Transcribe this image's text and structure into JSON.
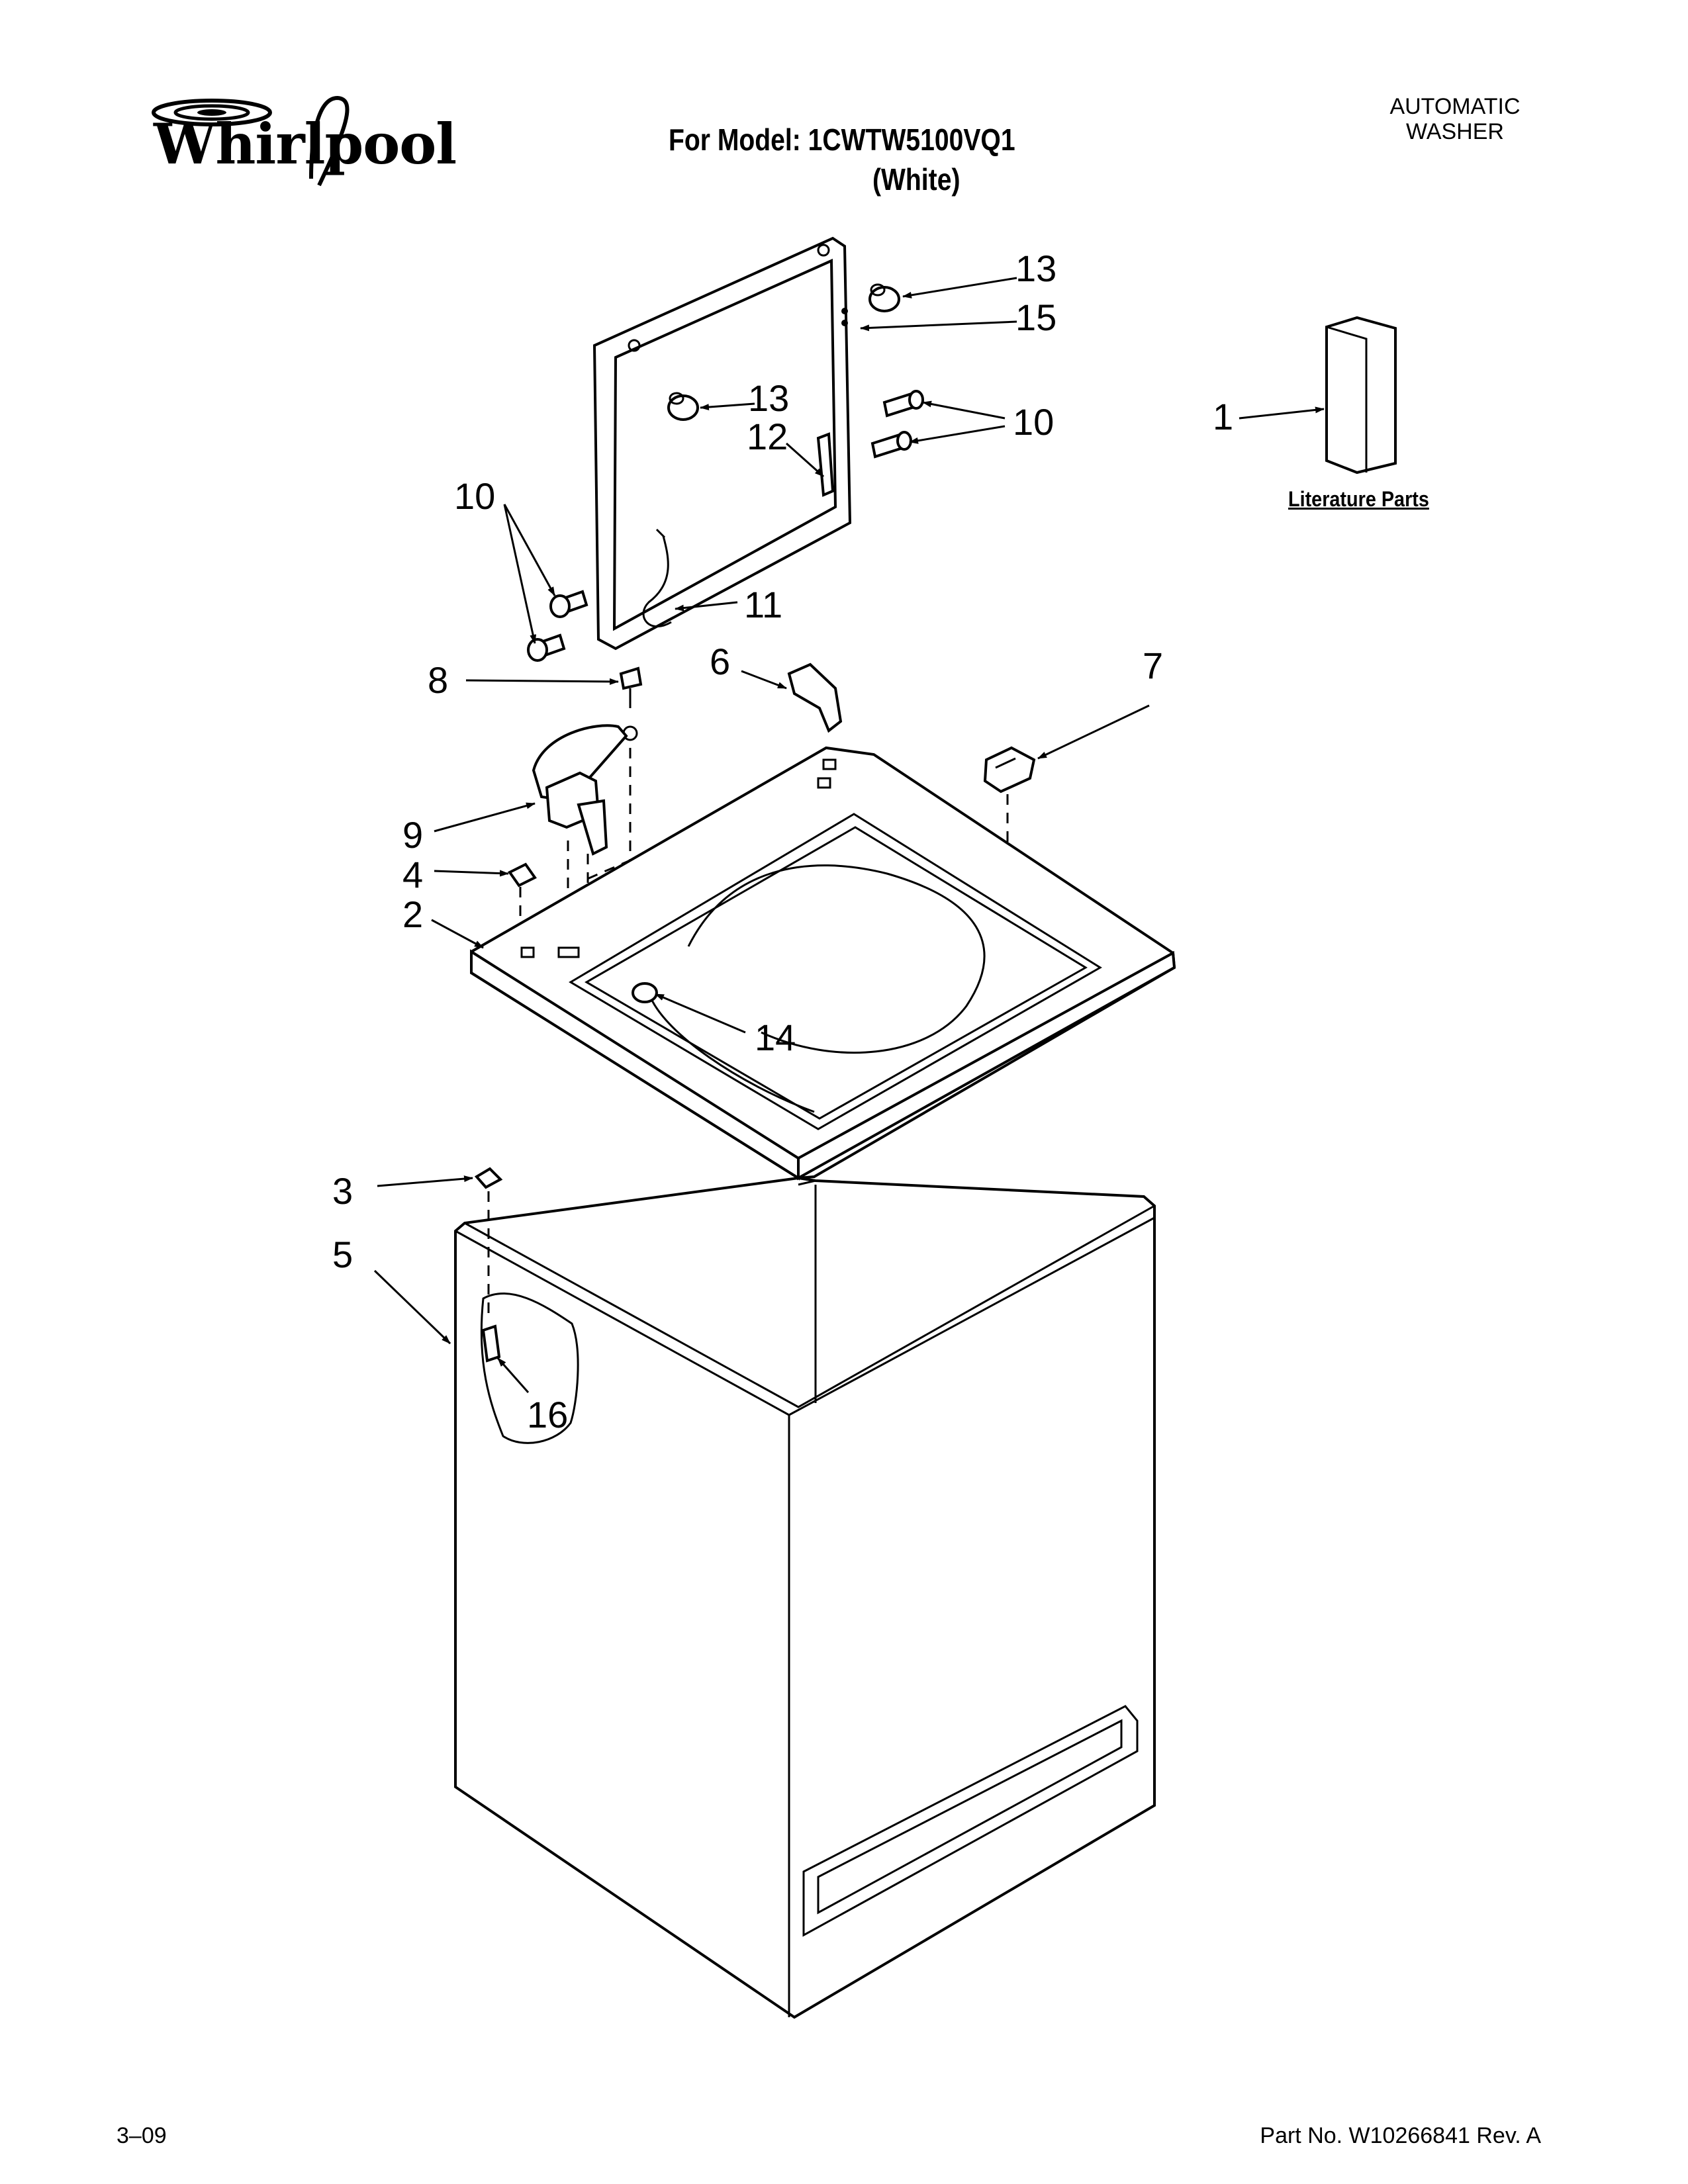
{
  "header": {
    "brand": "Whirlpool",
    "model_line": "For Model: 1CWTW5100VQ1",
    "color_line": "(White)",
    "category_line1": "AUTOMATIC",
    "category_line2": "WASHER"
  },
  "literature": {
    "label": "Literature Parts"
  },
  "callouts": {
    "c1": "1",
    "c2": "2",
    "c3": "3",
    "c4": "4",
    "c5": "5",
    "c6": "6",
    "c7": "7",
    "c8": "8",
    "c9": "9",
    "c10a": "10",
    "c10b": "10",
    "c11": "11",
    "c12": "12",
    "c13a": "13",
    "c13b": "13",
    "c14": "14",
    "c15": "15",
    "c16": "16"
  },
  "footer": {
    "date": "3–09",
    "part_number": "Part No. W10266841 Rev. A"
  }
}
